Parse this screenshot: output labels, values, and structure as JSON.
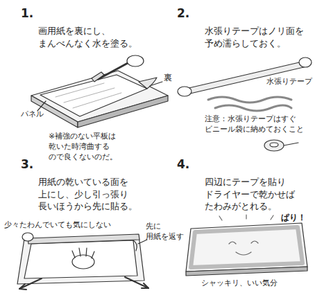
{
  "diagram": {
    "labels": [
      "1.",
      "画用紙を裏にし、 まんべんなく水を塗る。",
      "裏",
      "パネル",
      "※補強のない平板は 乾いた時湾曲する ので良くないのだ。",
      "2.",
      "水張りテープはノリ面を 予め濡らしておく。",
      "水張りテープ",
      "注意：水張りテープはすぐ ビニール袋に納めておくこと",
      "3.",
      "用紙の乾いている面を 上にし、少し引っ張り 長いほうから先に貼る。",
      "少々たわんでいても気にしない",
      "先に 用紙を返す",
      "4.",
      "四辺にテープを貼り ドライヤーで乾かせば たわみがとれる。",
      "ぱり！",
      "シャッキリ、いい気分"
    ]
  }
}
